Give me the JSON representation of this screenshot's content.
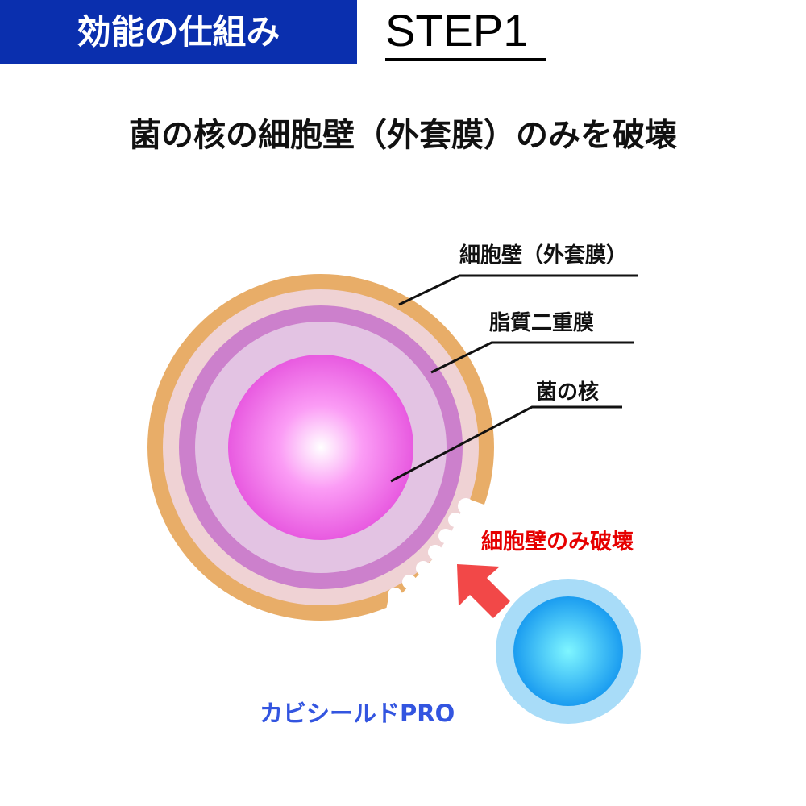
{
  "header": {
    "title": "効能の仕組み",
    "step": "STEP1"
  },
  "subtitle": "菌の核の細胞壁（外套膜）のみを破壊",
  "labels": {
    "cell_wall": "細胞壁（外套膜）",
    "lipid_bilayer": "脂質二重膜",
    "nucleus": "菌の核",
    "destroy": "細胞壁のみ破壊",
    "product": "カビシールドPRO"
  },
  "colors": {
    "header_bg": "#0a2fae",
    "destroy_text": "#e60000",
    "product_text": "#3355e0",
    "arrow": "#f24848",
    "cell_wall": "#e8ad68"
  }
}
